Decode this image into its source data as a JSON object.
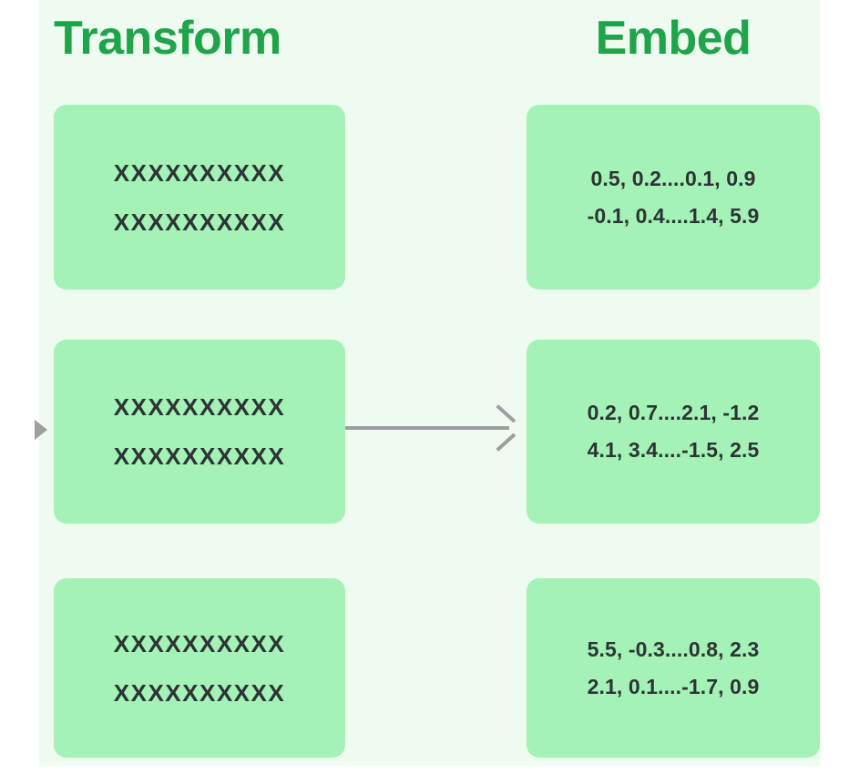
{
  "colors": {
    "panel_background": "#EEFBF0",
    "card_background": "#A4F2B6",
    "header_green": "#1FA44A",
    "text_dark": "#2D3436",
    "arrow_gray": "#9E9E9E",
    "page_background": "#FFFFFF"
  },
  "columns": {
    "left": {
      "header": "Transform",
      "cards": [
        {
          "line1": "XXXXXXXXXX",
          "line2": "XXXXXXXXXX"
        },
        {
          "line1": "XXXXXXXXXX",
          "line2": "XXXXXXXXXX"
        },
        {
          "line1": "XXXXXXXXXX",
          "line2": "XXXXXXXXXX"
        }
      ]
    },
    "right": {
      "header": "Embed",
      "cards": [
        {
          "line1": "0.5, 0.2....0.1, 0.9",
          "line2": "-0.1, 0.4....1.4, 5.9"
        },
        {
          "line1": "0.2, 0.7....2.1, -1.2",
          "line2": "4.1, 3.4....-1.5, 2.5"
        },
        {
          "line1": "5.5, -0.3....0.8, 2.3",
          "line2": "2.1, 0.1....-1.7, 0.9"
        }
      ]
    }
  },
  "connector": {
    "name": "transform-to-embed-arrow",
    "direction": "right"
  },
  "edge_marker": {
    "name": "incoming-flow-arrowhead",
    "direction": "right"
  }
}
